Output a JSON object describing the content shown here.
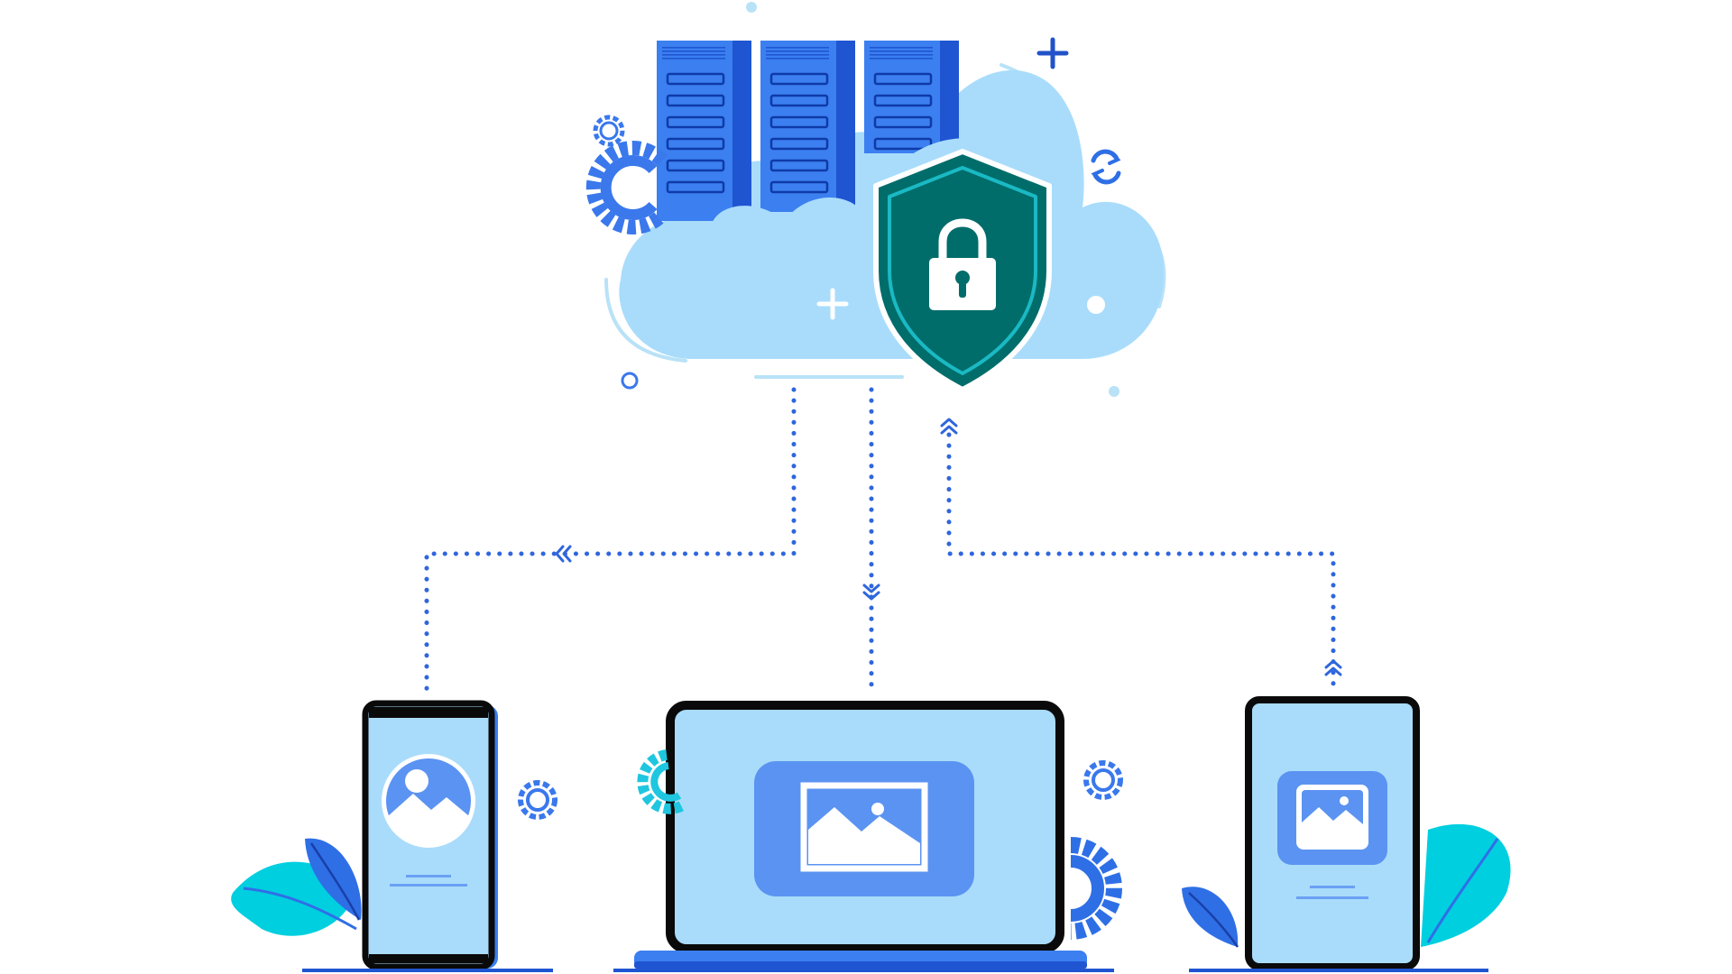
{
  "colors": {
    "background": "#ffffff",
    "cloud_fill": "#a9dcfb",
    "cloud_outline": "#b9e2f7",
    "server_blue": "#3b7ff0",
    "server_dark": "#1f55d1",
    "server_stripe": "#0f3aa8",
    "shield_teal": "#006d6b",
    "shield_trim": "#1ab9c4",
    "connector_dots": "#2f66dc",
    "device_frame": "#0a0a0a",
    "device_screen": "#a9dcfb",
    "device_accent": "#5b93f2",
    "gear_blue": "#3a78ec",
    "gear_teal": "#1fc6e0",
    "leaf_teal": "#00cfe0",
    "leaf_blue": "#2f6fe6"
  },
  "nodes": {
    "cloud": {
      "icon": "cloud-icon",
      "contains": [
        "server-rack-icon",
        "server-rack-icon",
        "server-rack-icon",
        "shield-lock-icon"
      ]
    },
    "phone": {
      "icon": "smartphone-icon",
      "screen_icon": "image-icon"
    },
    "laptop": {
      "icon": "laptop-icon",
      "screen_icon": "image-icon"
    },
    "tablet": {
      "icon": "tablet-icon",
      "screen_icon": "image-icon"
    }
  },
  "connectors": [
    {
      "from": "cloud",
      "to": "phone",
      "style": "dotted",
      "arrow": "chevron-double-left-icon"
    },
    {
      "from": "cloud",
      "to": "laptop",
      "style": "dotted",
      "arrow": "chevron-double-down-icon"
    },
    {
      "from": "tablet",
      "to": "cloud",
      "style": "dotted",
      "arrow": "chevron-double-up-icon"
    }
  ],
  "decorations": [
    "gear-icon",
    "sync-icon",
    "plus-icon",
    "leaf-icon"
  ]
}
